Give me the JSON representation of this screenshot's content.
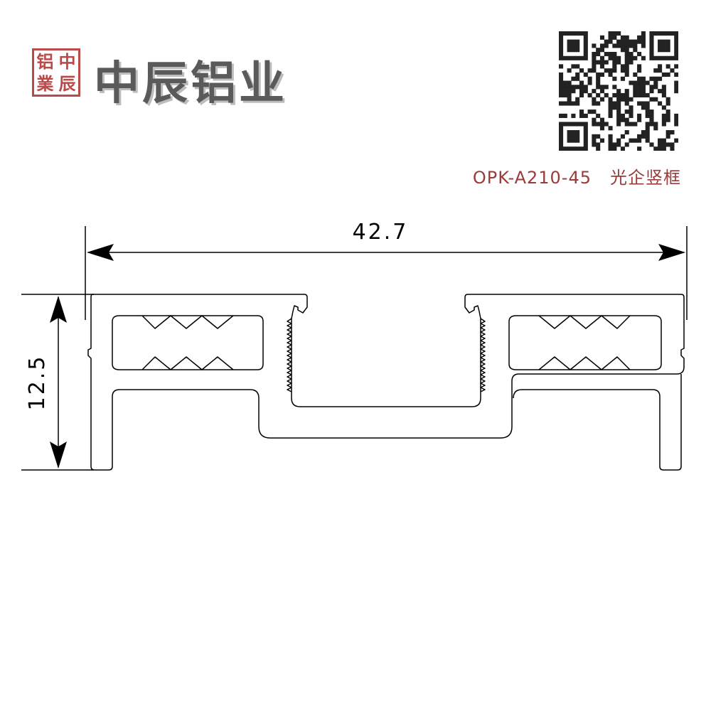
{
  "logo": {
    "seal_chars": [
      "铝",
      "中",
      "業",
      "辰"
    ]
  },
  "brand": {
    "name": "中辰铝业"
  },
  "qr": {
    "label": "qr-code"
  },
  "part": {
    "code": "OPK-A210-45",
    "name": "光企竖框"
  },
  "dimensions": {
    "width": "42.7",
    "height": "12.5"
  },
  "colors": {
    "seal": "#b94a48",
    "caption": "#9a3b3b",
    "brand": "#5a5a5a",
    "line": "#000000"
  }
}
